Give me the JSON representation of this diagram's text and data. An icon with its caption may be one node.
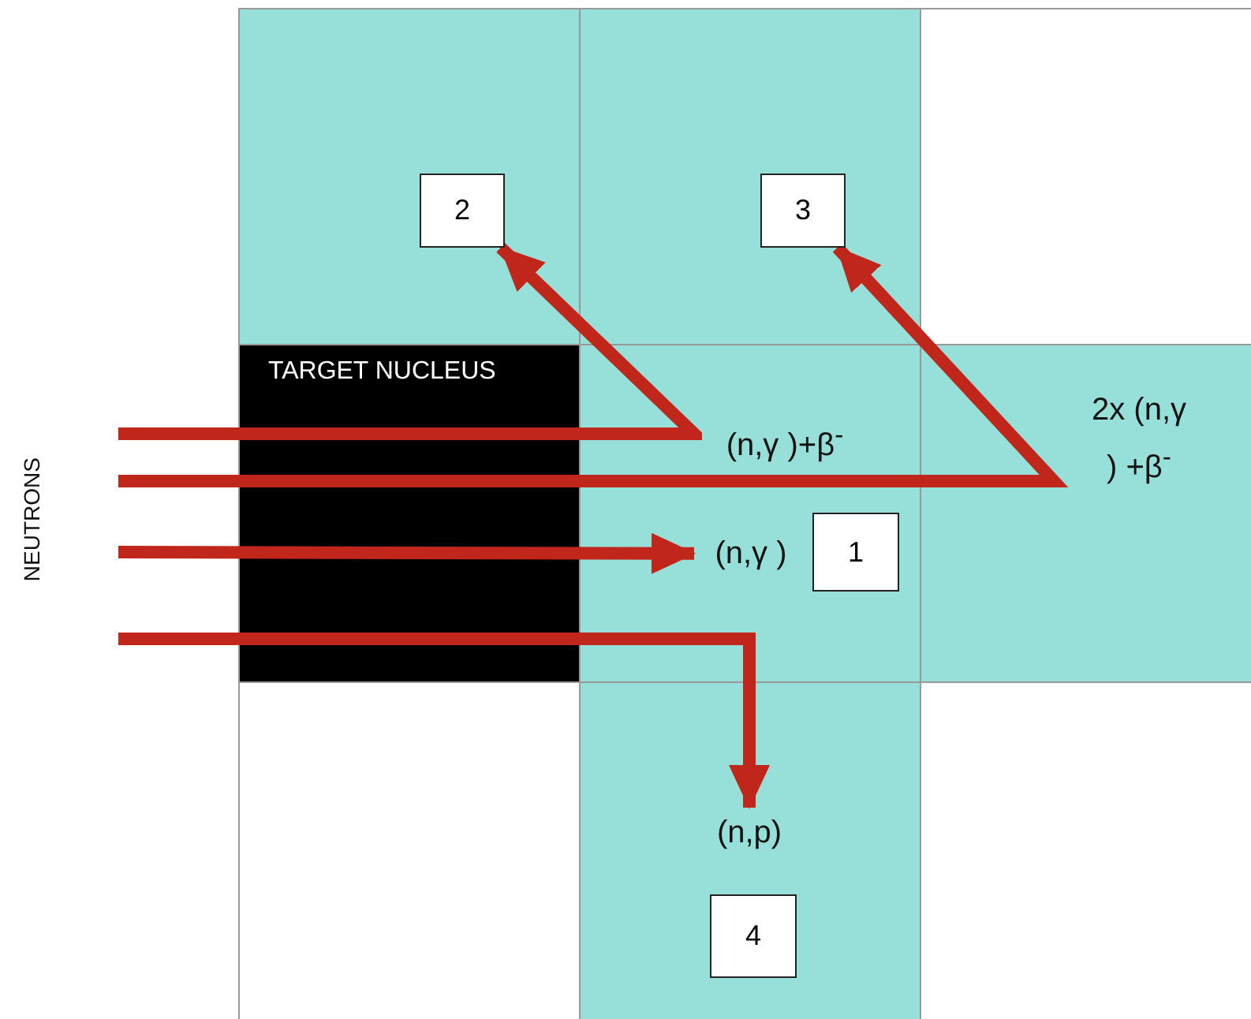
{
  "diagram": {
    "nodes": [
      {
        "text": [
          "2"
        ]
      },
      {
        "text": [
          "3"
        ]
      },
      {
        "text": [
          "TARGET NUCLEUS"
        ]
      },
      {
        "text": [
          "(n,γ )"
        ]
      },
      {
        "text": [
          "1"
        ]
      },
      {
        "text": [
          "(n,p)"
        ]
      },
      {
        "text": [
          "4"
        ]
      }
    ],
    "edges": [
      {
        "from": null,
        "to": 0,
        "arrow": "to",
        "label": "(n,γ )+β$^{-}$"
      },
      {
        "from": null,
        "to": 1,
        "arrow": "to",
        "label": "2x (n,γ ) +β$^{-}$"
      },
      {
        "from": null,
        "to": 3,
        "arrow": "to"
      },
      {
        "from": null,
        "to": 5,
        "arrow": "to"
      }
    ],
    "labels": [
      "NEUTRONS"
    ]
  }
}
